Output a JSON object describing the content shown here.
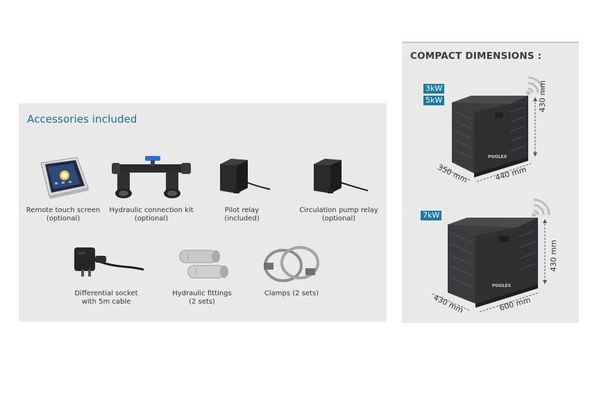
{
  "accessories": {
    "title": "Accessories included",
    "items": [
      {
        "line1": "Remote touch screen",
        "line2": "(optional)",
        "icon": "touch-screen"
      },
      {
        "line1": "Hydraulic connection kit",
        "line2": "(optional)",
        "icon": "valve-kit"
      },
      {
        "line1": "Pilot relay",
        "line2": "(included)",
        "icon": "relay-box"
      },
      {
        "line1": "Circulation pump relay",
        "line2": "(optional)",
        "icon": "relay-box"
      },
      {
        "line1": "Differential socket",
        "line2": "with 5m cable",
        "icon": "plug-cable"
      },
      {
        "line1": "Hydraulic fittings",
        "line2": "(2 sets)",
        "icon": "pipe-fittings"
      },
      {
        "line1": "Clamps (2 sets)",
        "line2": "",
        "icon": "hose-clamps"
      }
    ]
  },
  "dimensions": {
    "title": "COMPACT DIMENSIONS :",
    "units": [
      {
        "badges": [
          "3kW",
          "5kW"
        ],
        "height": "430 mm",
        "width": "440 mm",
        "depth": "350 mm",
        "brand": "POOLEX"
      },
      {
        "badges": [
          "7kW"
        ],
        "height": "430 mm",
        "width": "600 mm",
        "depth": "430 mm",
        "brand": "POOLEX"
      }
    ]
  },
  "colors": {
    "accent": "#1b6f8e",
    "badge": "#1d7aa3",
    "panel_bg": "#e9e9ea",
    "unit_body": "#3c3d40"
  }
}
